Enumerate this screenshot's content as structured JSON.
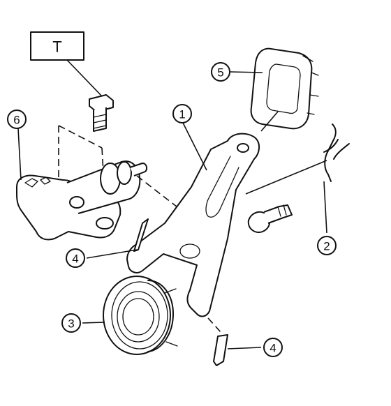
{
  "diagram": {
    "torque_box_label": "T",
    "callouts": [
      {
        "id": "1",
        "label": "1"
      },
      {
        "id": "2",
        "label": "2"
      },
      {
        "id": "3",
        "label": "3"
      },
      {
        "id": "4a",
        "label": "4"
      },
      {
        "id": "4b",
        "label": "4"
      },
      {
        "id": "5",
        "label": "5"
      },
      {
        "id": "6",
        "label": "6"
      }
    ]
  }
}
